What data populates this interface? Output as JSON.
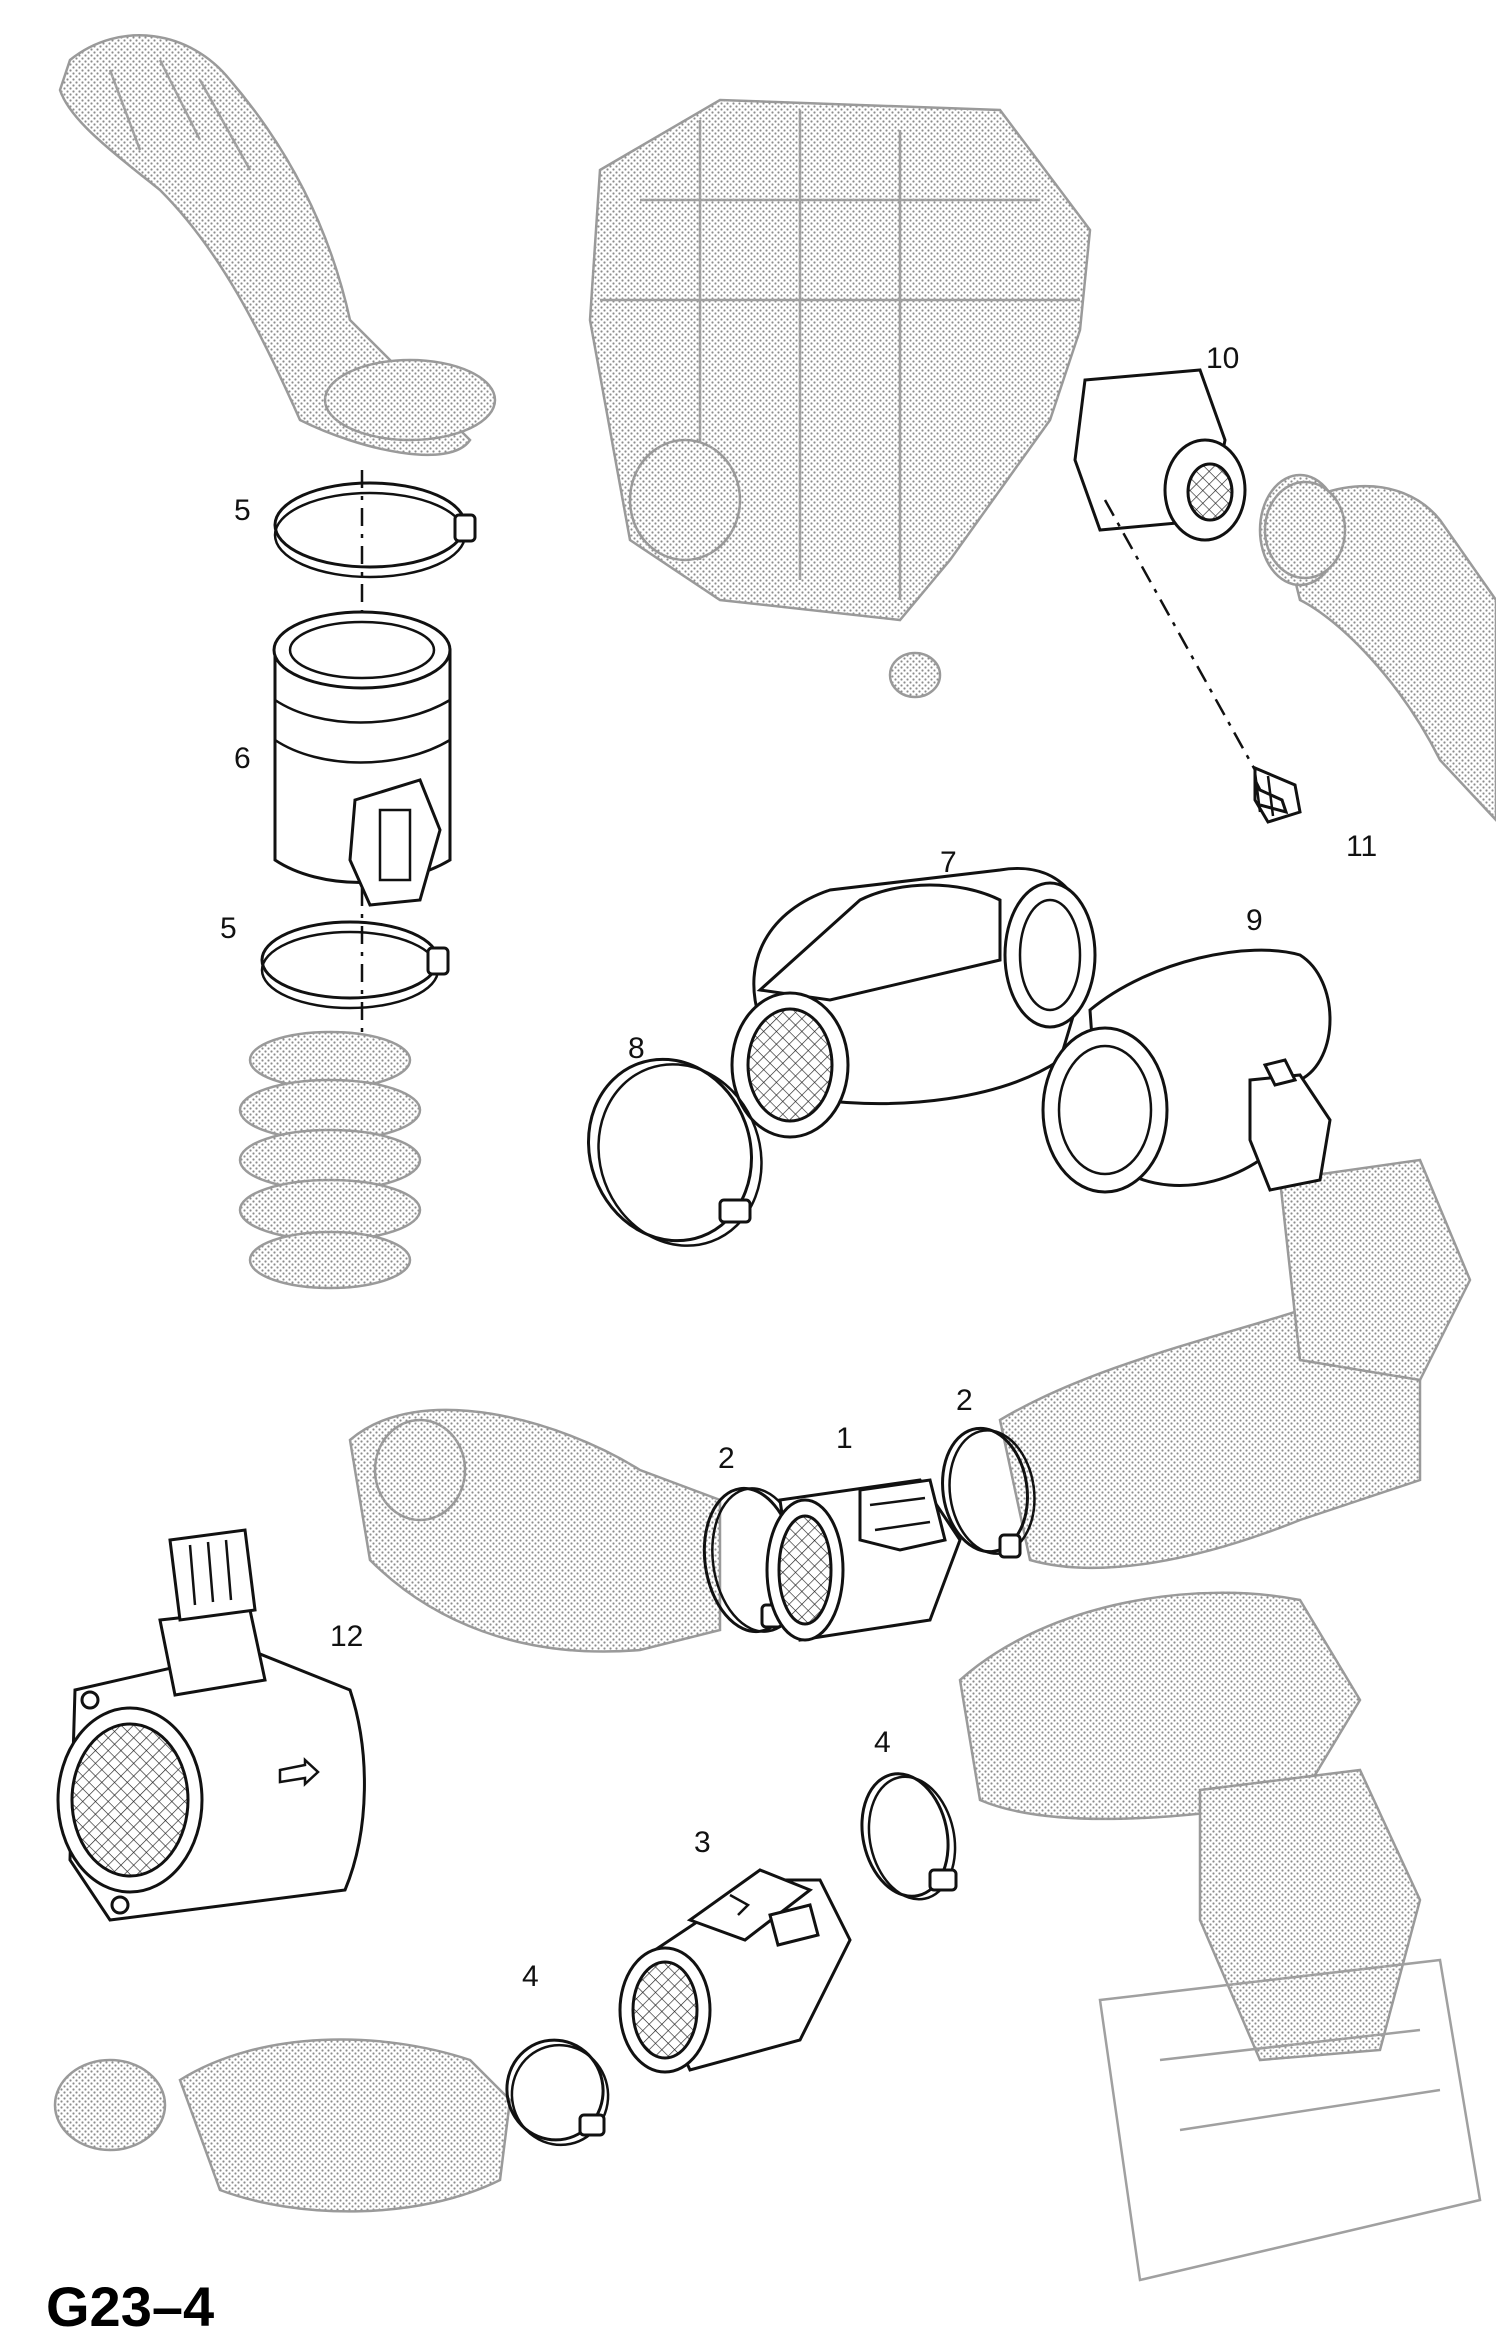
{
  "sheet_code": "G23–4",
  "callouts": {
    "c1": "1",
    "c2a": "2",
    "c2b": "2",
    "c3": "3",
    "c4a": "4",
    "c4b": "4",
    "c5a": "5",
    "c5b": "5",
    "c6": "6",
    "c7": "7",
    "c8": "8",
    "c9": "9",
    "c10": "10",
    "c11": "11",
    "c12": "12"
  }
}
